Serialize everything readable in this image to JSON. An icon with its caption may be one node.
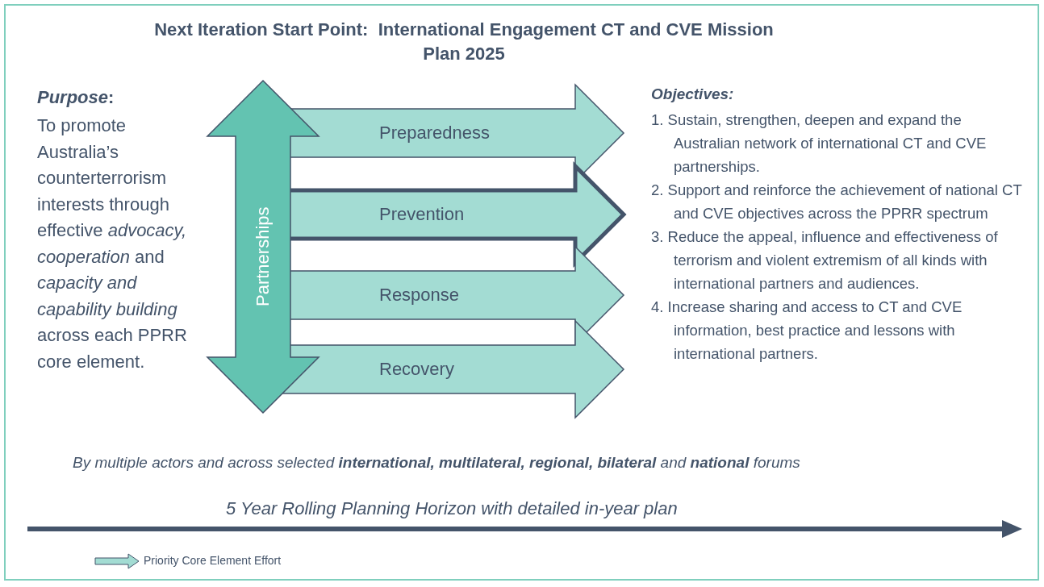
{
  "diagram": {
    "title": "Next Iteration Start Point:  International Engagement CT and CVE Mission Plan 2025",
    "nodes": [
      {
        "text": [
          "Partnerships"
        ]
      },
      {
        "text": [
          "Preparedness"
        ]
      },
      {
        "text": [
          "Prevention"
        ]
      },
      {
        "text": [
          "Response"
        ]
      },
      {
        "text": [
          "Recovery"
        ]
      }
    ],
    "edges": [],
    "labels": [
      "*Purpose*:",
      "To promote Australia’s counterterrorism interests through effective *advocacy, cooperation* and *capacity and capability building* across each PPRR core element.",
      "Objectives:",
      "1. Sustain, strengthen, deepen and expand the Australian network of international CT and CVE partnerships.",
      "2. Support and reinforce the achievement of national CT and CVE objectives across the PPRR spectrum",
      "3. Reduce the appeal, influence and effectiveness of terrorism and violent extremism of all kinds with international partners and audiences.",
      "4. Increase sharing and access to CT and CVE information, best practice and lessons with international partners.",
      "By multiple actors and across selected **international, multilateral, regional, bilateral** and **national** forums",
      "5 Year Rolling Planning Horizon with detailed in-year plan"
    ],
    "legend": [
      {
        "text": "Priority Core Element Effort"
      }
    ]
  }
}
